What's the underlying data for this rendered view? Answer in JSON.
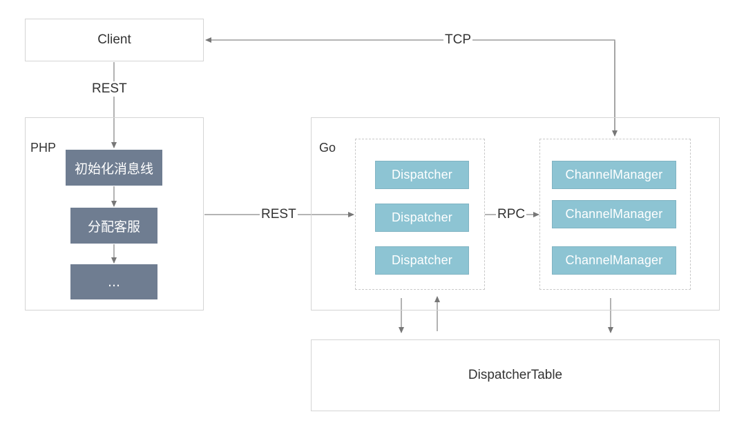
{
  "client": {
    "label": "Client"
  },
  "php": {
    "label": "PHP",
    "steps": [
      "初始化消息线",
      "分配客服",
      "..."
    ]
  },
  "go": {
    "label": "Go",
    "dispatchers": [
      "Dispatcher",
      "Dispatcher",
      "Dispatcher"
    ],
    "channel_managers": [
      "ChannelManager",
      "ChannelManager",
      "ChannelManager"
    ]
  },
  "table": {
    "label": "DispatcherTable"
  },
  "edges": {
    "client_php": "REST",
    "client_go_tcp": "TCP",
    "php_go": "REST",
    "dispatcher_channel": "RPC"
  },
  "colors": {
    "step_fill": "#6f7d91",
    "node_fill": "#8dc4d3",
    "line": "#888888"
  }
}
